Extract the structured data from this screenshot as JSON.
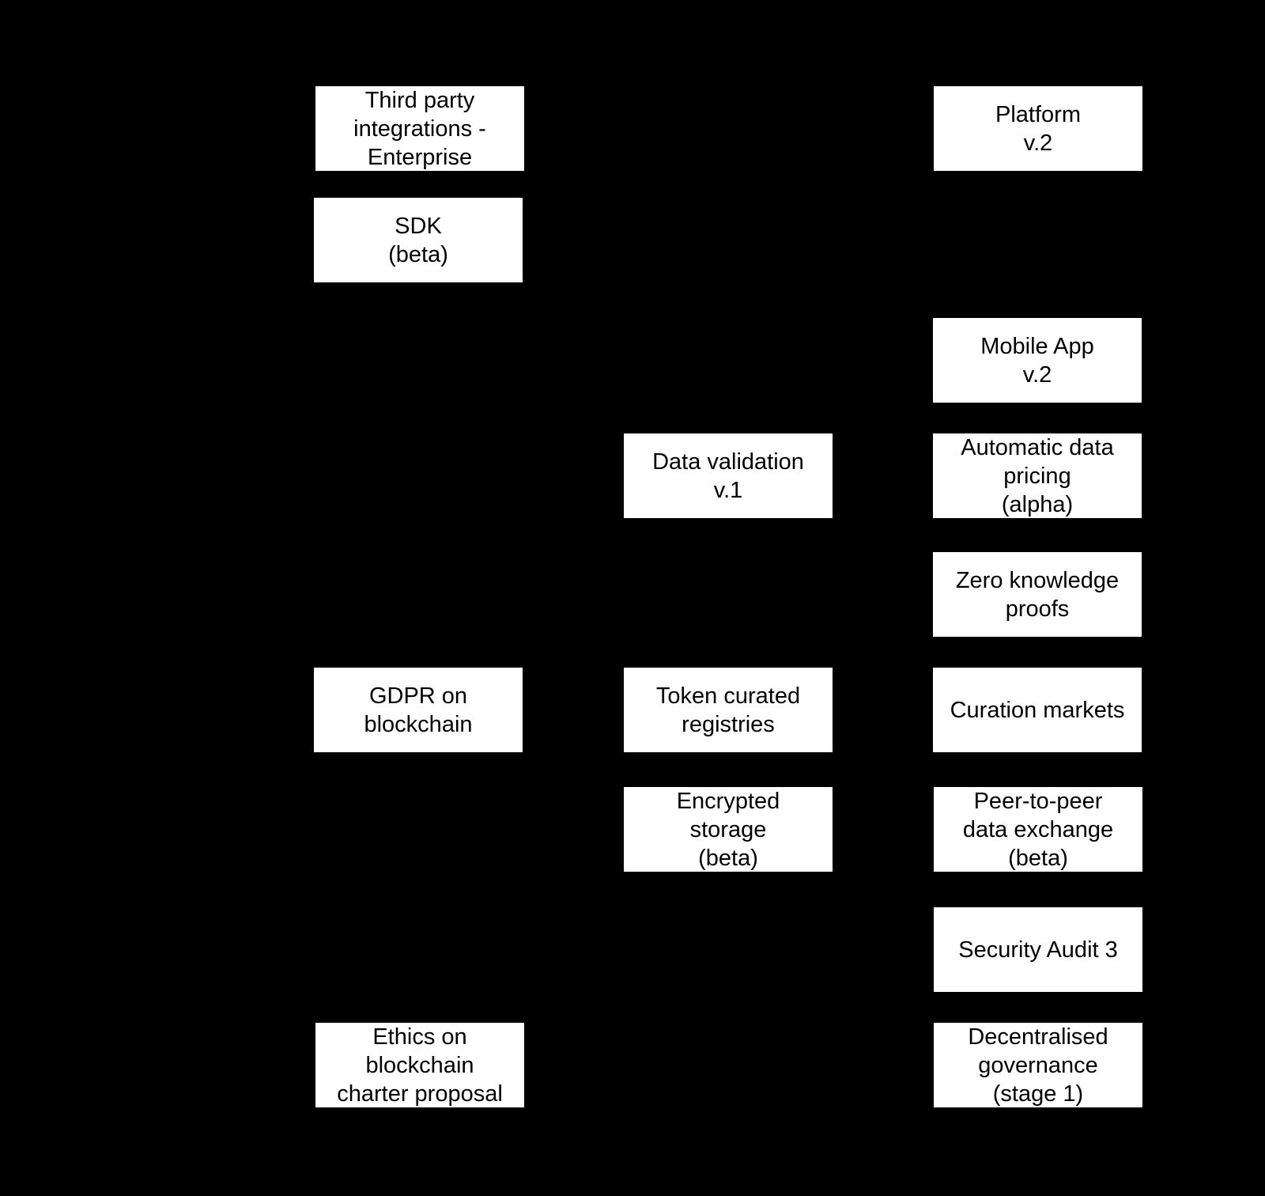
{
  "background_color": "#000000",
  "box_color": "#ffffff",
  "text_color": "#000000",
  "nodes": {
    "third_party": "Third party\nintegrations -\nEnterprise",
    "platform": "Platform\nv.2",
    "sdk": "SDK\n(beta)",
    "mobile_app": "Mobile App\nv.2",
    "data_validation": "Data validation\nv.1",
    "auto_pricing": "Automatic data\npricing\n(alpha)",
    "zero_knowledge": "Zero knowledge\nproofs",
    "gdpr": "GDPR on\nblockchain",
    "tcr": "Token curated\nregistries",
    "curation": "Curation markets",
    "encrypted_storage": "Encrypted\nstorage\n(beta)",
    "p2p": "Peer-to-peer\ndata exchange\n(beta)",
    "security_audit": "Security Audit 3",
    "ethics": "Ethics on\nblockchain\ncharter proposal",
    "governance": "Decentralised\ngovernance\n(stage 1)"
  }
}
